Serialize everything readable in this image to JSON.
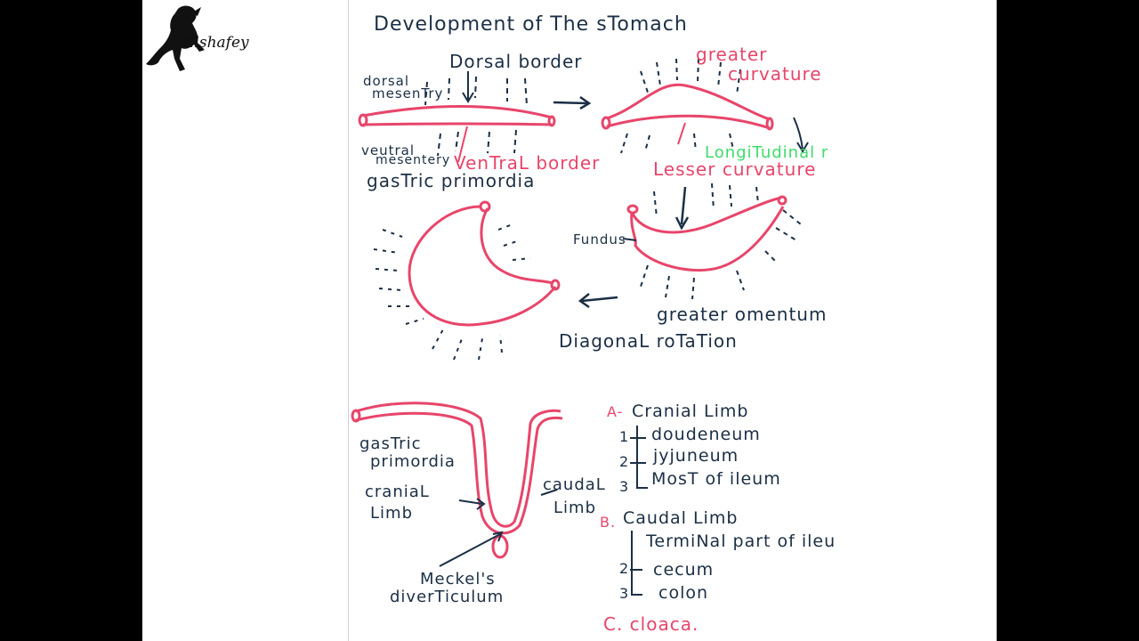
{
  "logo": {
    "text": "Elshafey"
  },
  "colors": {
    "ink": "#1b2f45",
    "red": "#e8456a",
    "green": "#3ddc6b",
    "background": "#000000",
    "page": "#ffffff"
  },
  "stomach": {
    "title": "Development of The sTomach",
    "dorsal_border": "Dorsal border",
    "dorsal_mesentery": [
      "dorsal",
      "mesenTry"
    ],
    "ventral_mesentery": [
      "veutral",
      "mesentery"
    ],
    "ventral_border": "VenTraL border",
    "gastric_primordia": "gasTric primordia",
    "greater_curvature": [
      "greater",
      "curvature"
    ],
    "longitudinal": "LongiTudinal r",
    "lesser_curvature": "Lesser curvature",
    "fundus": "Fundus",
    "greater_omentum": "greater omentum",
    "diagonal_rotation": "DiagonaL roTaTion"
  },
  "midgut": {
    "gastric_primordia": [
      "gasTric",
      "primordia"
    ],
    "cranial_limb": [
      "craniaL",
      "Limb"
    ],
    "caudal_limb": [
      "caudaL",
      "Limb"
    ],
    "meckels": [
      "Meckel's",
      "diverTiculum"
    ]
  },
  "legend": {
    "a_marker": "A-",
    "a_title": "Cranial Limb",
    "a_items": [
      {
        "num": "1",
        "text": "doudeneum"
      },
      {
        "num": "2",
        "text": "jyjuneum"
      },
      {
        "num": "3",
        "text": "MosT of ileum"
      }
    ],
    "b_marker": "B.",
    "b_title": "Caudal Limb",
    "b_items": [
      {
        "num": "",
        "text": "TermiNal part of ileu"
      },
      {
        "num": "2",
        "text": "cecum"
      },
      {
        "num": "3",
        "text": "colon"
      }
    ],
    "c_text": "C. cloaca."
  }
}
